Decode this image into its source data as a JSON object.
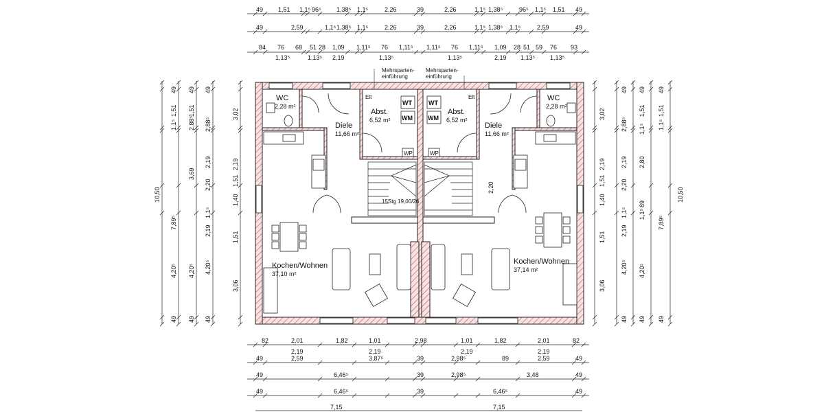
{
  "dims": {
    "top_row1": [
      "49",
      "1,51",
      "1,1⁵",
      "96⁵",
      "1,38⁵",
      "1,1⁵",
      "2,26",
      "39",
      "2,26",
      "1,1⁵",
      "1,38⁵",
      "96⁵",
      "1,1⁵",
      "1,51",
      "49"
    ],
    "top_row2": [
      "49",
      "2,59",
      "1,1⁵",
      "1,38⁵",
      "1,1⁵",
      "2,26",
      "39",
      "2,26",
      "1,1⁵",
      "1,38⁵",
      "1,1⁵",
      "2,59",
      "49"
    ],
    "top_row3": [
      "84",
      "76",
      "68",
      "51",
      "28",
      "1,09",
      "1,11⁵",
      "76",
      "1,11⁵",
      "1,11⁵",
      "76",
      "1,11⁵",
      "1,09",
      "28",
      "51",
      "59",
      "76",
      "93"
    ],
    "top_row3b": [
      "1,13⁵",
      "1,13⁵",
      "2,19",
      "1,13⁵",
      "1,13⁵",
      "2,19",
      "1,13⁵",
      "1,13⁵"
    ],
    "bottom_row1": [
      "82",
      "2,01",
      "1,82",
      "1,01",
      "2,98",
      "1,01",
      "1,82",
      "2,01",
      "82"
    ],
    "bottom_row1b": [
      "2,19",
      "2,19",
      "2,19",
      "2,19"
    ],
    "bottom_row2": [
      "49",
      "2,59",
      "3,87⁵",
      "39",
      "2,98⁵",
      "89",
      "2,59",
      "49"
    ],
    "bottom_row3": [
      "49",
      "6,46⁵",
      "39",
      "2,98⁵",
      "3,48",
      "49"
    ],
    "bottom_row4": [
      "49",
      "6,46⁵",
      "39",
      "6,46⁵",
      "49"
    ],
    "bottom_row5": [
      "7,15",
      "7,15"
    ],
    "left_outer": "10,50",
    "left_mid": [
      "7,89⁵"
    ],
    "left_col2": [
      "49",
      "1,51",
      "1,1⁵",
      "3,69",
      "1,1⁵",
      "4,20⁵",
      "49"
    ],
    "left_col3": [
      "49",
      "1,51",
      "2,88⁵",
      "2,20",
      "1,1⁵",
      "4,20⁵",
      "49"
    ],
    "left_col4": [
      "3,02",
      "2,19",
      "1,51",
      "1,40",
      "1,51",
      "3,06"
    ],
    "right_col4": [
      "3,02",
      "2,19",
      "1,51",
      "1,40",
      "1,51",
      "3,06"
    ],
    "right_col3": [
      "49",
      "1,51",
      "2,88⁵",
      "2,20",
      "1,1⁵",
      "4,20⁵",
      "49"
    ],
    "right_col2": [
      "49",
      "1,51",
      "1,1⁵",
      "2,80",
      "89",
      "1,1⁵",
      "4,20⁵",
      "49"
    ],
    "right_mid": [
      "7,89⁵"
    ],
    "right_outer": "10,50",
    "left_inner_extra": [
      "2,19",
      "1,40",
      "2,19"
    ],
    "right_inner_extra": [
      "2,19",
      "1,40",
      "2,19"
    ]
  },
  "rooms": {
    "wc_left": {
      "name": "WC",
      "area": "2,28 m²"
    },
    "wc_right": {
      "name": "WC",
      "area": "2,28 m²"
    },
    "diele_left": {
      "name": "Diele",
      "area": "11,66 m²"
    },
    "diele_right": {
      "name": "Diele",
      "area": "11,66 m²"
    },
    "abst_left": {
      "name": "Abst.",
      "area": "6,52 m²"
    },
    "abst_right": {
      "name": "Abst.",
      "area": "6,52 m²"
    },
    "kochen_left": {
      "name": "Kochen/Wohnen",
      "area": "37,10 m²"
    },
    "kochen_right": {
      "name": "Kochen/Wohnen",
      "area": "37,14 m²"
    }
  },
  "notes": {
    "mehrsparten_left": [
      "Mehrsparten-",
      "einführung"
    ],
    "mehrsparten_right": [
      "Mehrsparten-",
      "einführung"
    ],
    "elt": "Elt",
    "stair": "15Stg 19,00/26",
    "stair_dim": "2,20",
    "wt": "WT",
    "wm": "WM",
    "wp": "WP"
  },
  "colors": {
    "wall_fill": "#f2d9d9",
    "hatch": "#c8504f",
    "line": "#222222"
  }
}
